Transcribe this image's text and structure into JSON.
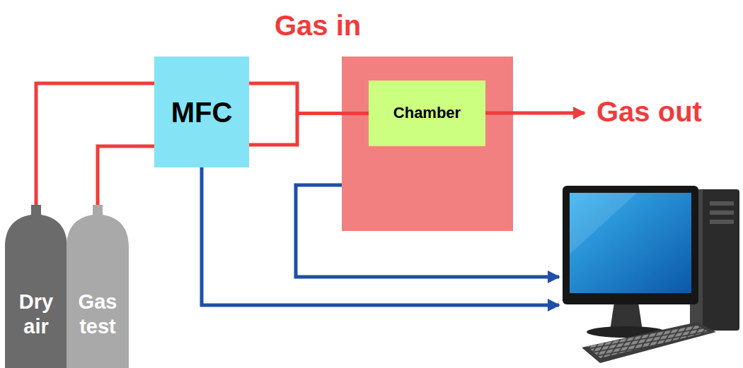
{
  "diagram": {
    "nodes": [
      {
        "text": [
          "MFC"
        ]
      },
      {
        "text": [
          "Chamber"
        ]
      },
      {
        "text": [
          "Dry air"
        ]
      },
      {
        "text": [
          "Gas test"
        ]
      }
    ],
    "edges": [
      {
        "from": 2,
        "to": 0,
        "arrow": "none"
      },
      {
        "from": 3,
        "to": 0,
        "arrow": "none"
      },
      {
        "from": 0,
        "to": 1,
        "arrow": "none"
      }
    ],
    "labels": [
      "Gas in",
      "Gas out"
    ]
  }
}
